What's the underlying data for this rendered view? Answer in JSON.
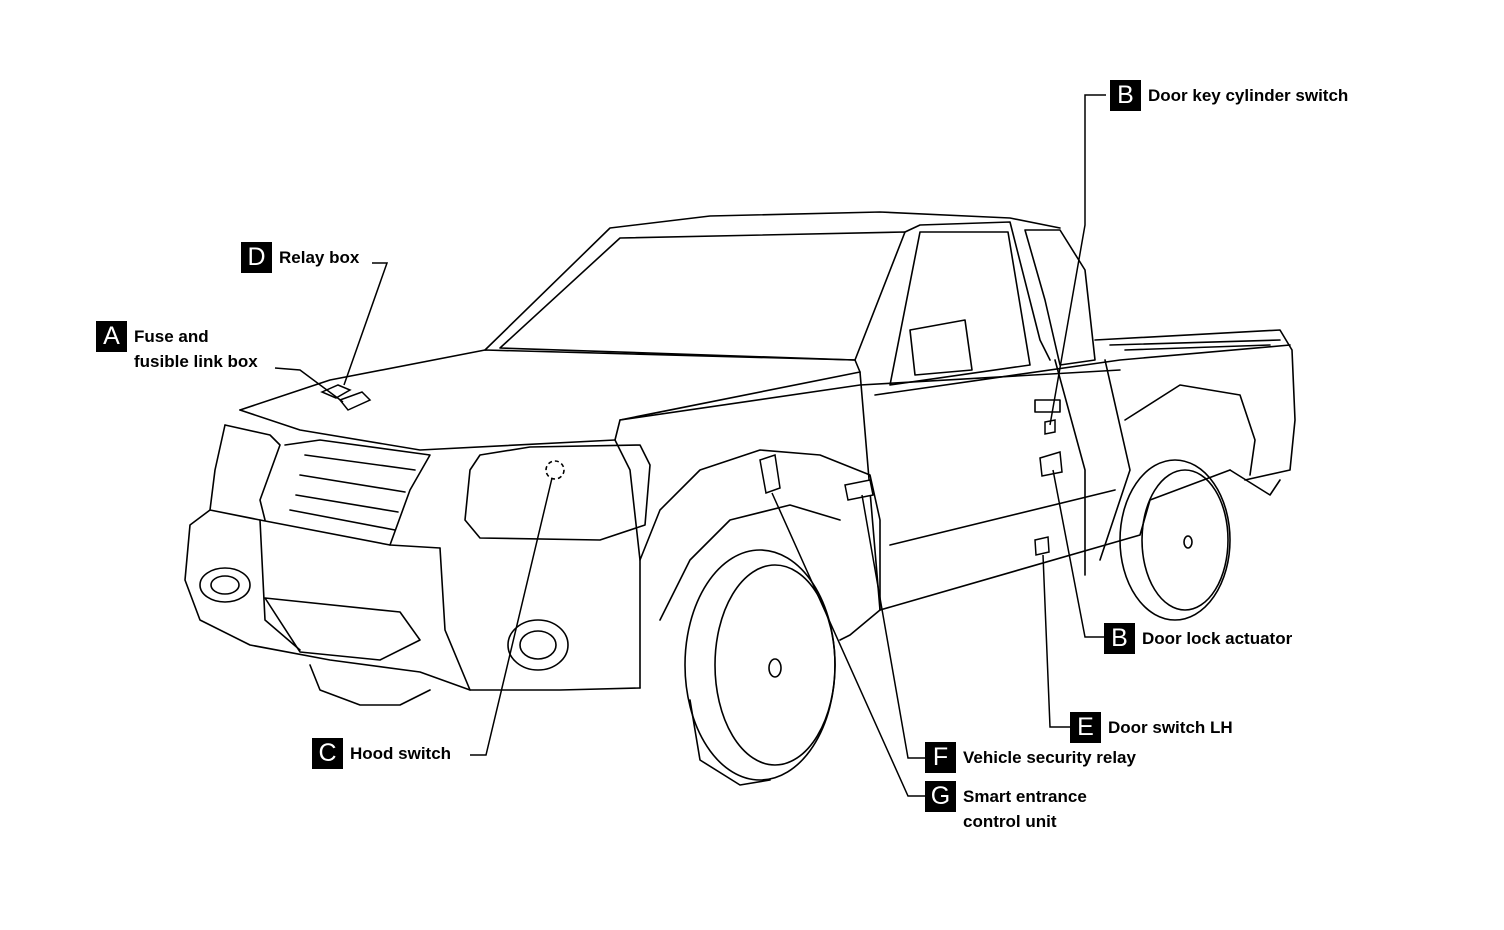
{
  "callouts": [
    {
      "id": "A",
      "badge": "A",
      "lines": [
        "Fuse and",
        "fusible link box"
      ]
    },
    {
      "id": "B1",
      "badge": "B",
      "lines": [
        "Door key cylinder switch"
      ]
    },
    {
      "id": "B2",
      "badge": "B",
      "lines": [
        "Door lock actuator"
      ]
    },
    {
      "id": "C",
      "badge": "C",
      "lines": [
        "Hood switch"
      ]
    },
    {
      "id": "D",
      "badge": "D",
      "lines": [
        "Relay box"
      ]
    },
    {
      "id": "E",
      "badge": "E",
      "lines": [
        "Door switch LH"
      ]
    },
    {
      "id": "F",
      "badge": "F",
      "lines": [
        "Vehicle security relay"
      ]
    },
    {
      "id": "G",
      "badge": "G",
      "lines": [
        "Smart entrance",
        "control unit"
      ]
    }
  ]
}
